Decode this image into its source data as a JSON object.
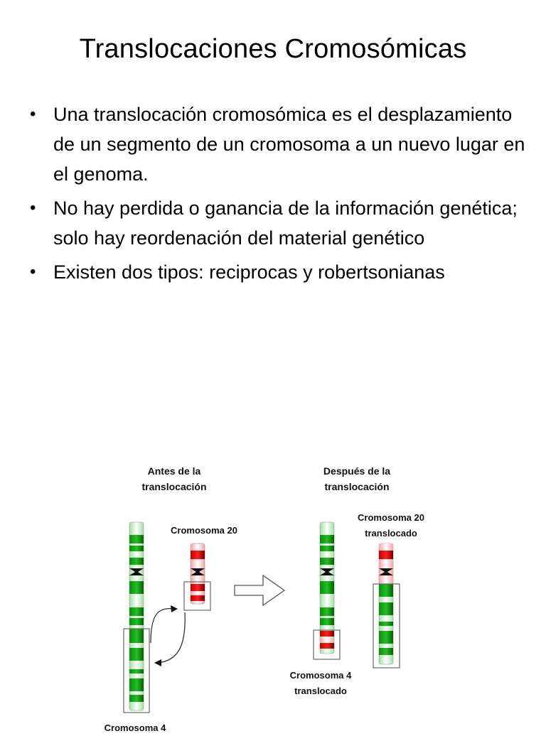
{
  "slide": {
    "title": "Translocaciones Cromosómicas",
    "bullets": [
      {
        "marker": "•",
        "text": "Una translocación cromosómica es el desplazamiento de un segmento de un cromosoma a un nuevo lugar en el genoma."
      },
      {
        "marker": "•",
        "text": "No hay perdida o ganancia de la información genética; solo hay reordenación del material genético"
      },
      {
        "marker": "•",
        "text": "Existen dos tipos: reciprocas y robertsonianas"
      }
    ]
  },
  "diagram": {
    "before_heading_1": "Antes de la",
    "before_heading_2": "translocación",
    "after_heading_1": "Después de la",
    "after_heading_2": "translocación",
    "chr20_label": "Cromosoma 20",
    "chr4_label": "Cromosoma 4",
    "chr20_trans_1": "Cromosoma 20",
    "chr20_trans_2": "translocado",
    "chr4_trans_1": "Cromosoma 4",
    "chr4_trans_2": "translocado",
    "colors": {
      "green": "#0a9a0a",
      "red": "#d00000",
      "light_green": "#bfe9bf",
      "light_red": "#f6b9b9"
    }
  }
}
